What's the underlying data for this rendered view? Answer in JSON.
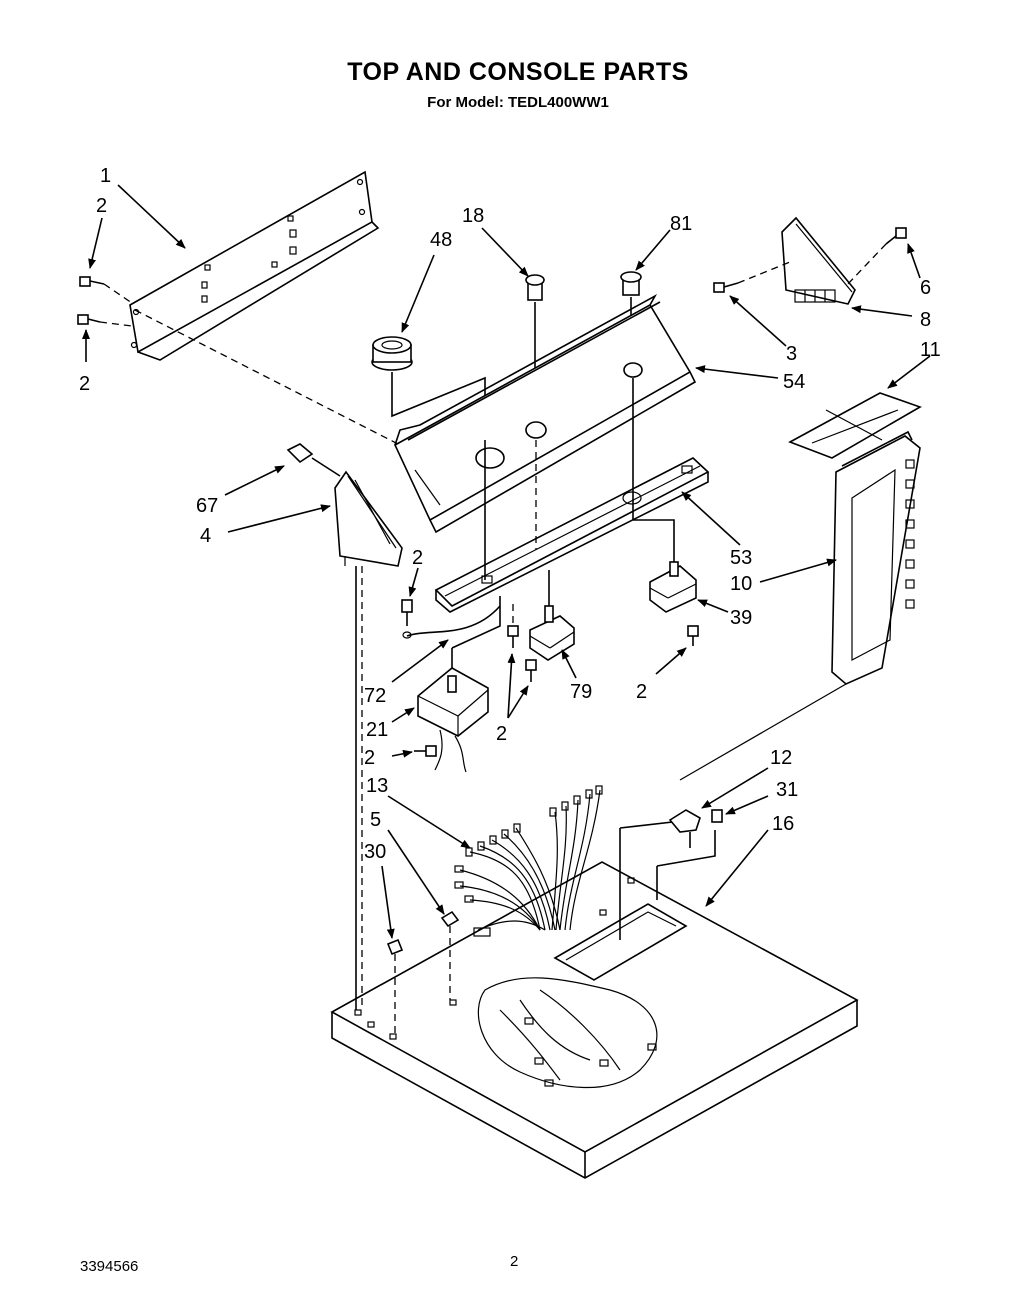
{
  "header": {
    "title": "TOP AND CONSOLE PARTS",
    "subtitle": "For Model: TEDL400WW1"
  },
  "footer": {
    "document_number": "3394566",
    "page_number": "2"
  },
  "callouts": [
    {
      "id": "c1",
      "label": "1"
    },
    {
      "id": "c2a",
      "label": "2"
    },
    {
      "id": "c2b",
      "label": "2"
    },
    {
      "id": "c18",
      "label": "18"
    },
    {
      "id": "c48",
      "label": "48"
    },
    {
      "id": "c81",
      "label": "81"
    },
    {
      "id": "c6",
      "label": "6"
    },
    {
      "id": "c8",
      "label": "8"
    },
    {
      "id": "c3",
      "label": "3"
    },
    {
      "id": "c54",
      "label": "54"
    },
    {
      "id": "c11",
      "label": "11"
    },
    {
      "id": "c67",
      "label": "67"
    },
    {
      "id": "c4",
      "label": "4"
    },
    {
      "id": "c2c",
      "label": "2"
    },
    {
      "id": "c53",
      "label": "53"
    },
    {
      "id": "c10",
      "label": "10"
    },
    {
      "id": "c39",
      "label": "39"
    },
    {
      "id": "c72",
      "label": "72"
    },
    {
      "id": "c79",
      "label": "79"
    },
    {
      "id": "c2d",
      "label": "2"
    },
    {
      "id": "c21",
      "label": "21"
    },
    {
      "id": "c2e",
      "label": "2"
    },
    {
      "id": "c2f",
      "label": "2"
    },
    {
      "id": "c12",
      "label": "12"
    },
    {
      "id": "c13",
      "label": "13"
    },
    {
      "id": "c31",
      "label": "31"
    },
    {
      "id": "c16",
      "label": "16"
    },
    {
      "id": "c5",
      "label": "5"
    },
    {
      "id": "c30",
      "label": "30"
    }
  ]
}
